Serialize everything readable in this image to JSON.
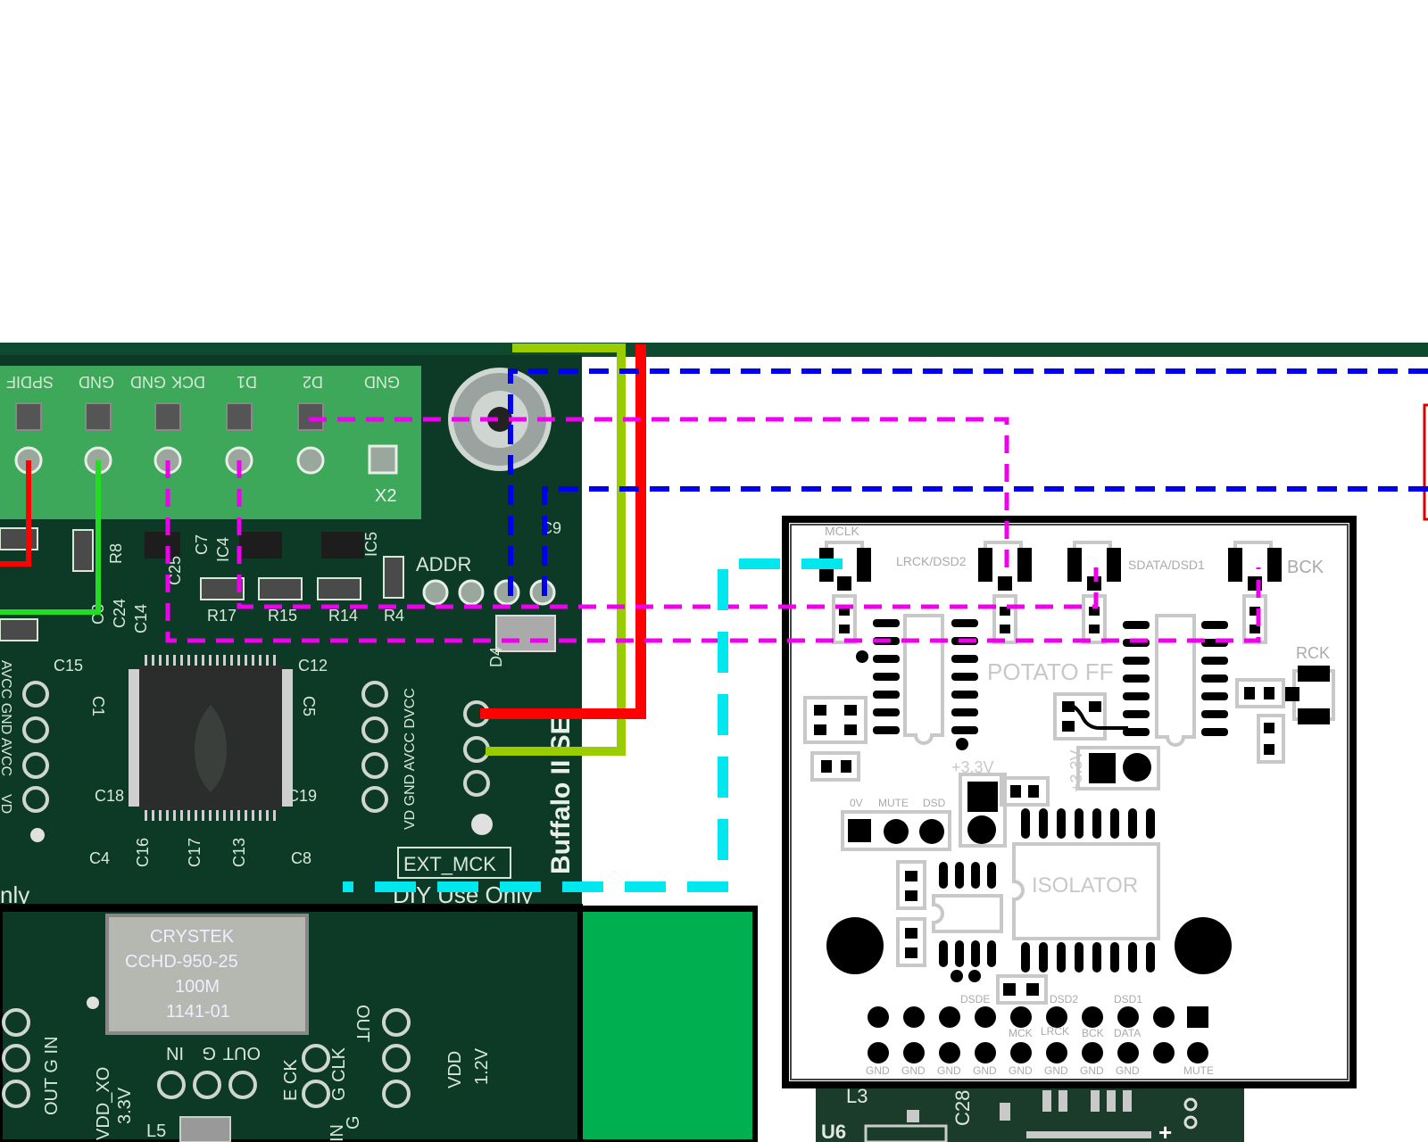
{
  "main_pcb": {
    "header_pins": [
      "SPDIF",
      "GND",
      "GND",
      "DCK",
      "D1",
      "D2",
      "GND"
    ],
    "connector_label": "X2",
    "addr_label": "ADDR",
    "components": [
      "R8",
      "C7",
      "C25",
      "IC4",
      "IC5",
      "C3",
      "C24",
      "C14",
      "R17",
      "R15",
      "R14",
      "R4",
      "C15",
      "C12",
      "C1",
      "C5",
      "C18",
      "C19",
      "C4",
      "C16",
      "C17",
      "C13",
      "C8",
      "C9",
      "D4"
    ],
    "side_labels_left": "AVCC GND AVCC",
    "side_labels_right": "VD GND AVCC DVCC",
    "left_bottom_label": "VD",
    "board_name": "Buffalo II SE",
    "ext_mck": "EXT_MCK",
    "diy_text": "DIY Use Only",
    "left_edge_text": "nly"
  },
  "oscillator_board": {
    "crystal_lines": [
      "CRYSTEK",
      "CCHD-950-25",
      "100M",
      "1141-01"
    ],
    "left_pins": "OUT G IN",
    "pin_in": "IN",
    "pin_g": "G",
    "pin_out": "OUT",
    "pin_e_ck": "E CK",
    "pin_g_clk": "G CLK",
    "pin_in2": "IN",
    "pin_g2": "G",
    "out_right": "OUT",
    "vdd_xo": "VDD_XO",
    "v33": "3.3V",
    "vdd": "VDD",
    "v12": "1.2V",
    "l5": "L5"
  },
  "potato_board": {
    "mclk": "MCLK",
    "lrck_dsd2": "LRCK/DSD2",
    "sdata_dsd1": "SDATA/DSD1",
    "bck": "BCK",
    "rck": "RCK",
    "title": "POTATO FF",
    "v33_a": "+3.3V",
    "v33_b": "+3.3V",
    "sw_labels": [
      "0V",
      "MUTE",
      "DSD"
    ],
    "isolator": "ISOLATOR",
    "top_row_labels": [
      "DSDE",
      "DSD2",
      "DSD1"
    ],
    "mid_row_labels": [
      "MCK",
      "LRCK",
      "BCK",
      "DATA"
    ],
    "bottom_row_labels": [
      "GND",
      "GND",
      "GND",
      "GND",
      "GND",
      "GND",
      "GND",
      "GND",
      "MUTE"
    ]
  },
  "lower_board": {
    "l3": "L3",
    "u6": "U6",
    "c28": "C28",
    "plus": "+"
  },
  "colors": {
    "pcb_dark": "#0d3a26",
    "pcb_green_header": "#3da85a",
    "silkscreen": "#d8e8d8",
    "wire_red": "#ff0000",
    "wire_lime": "#9acd00",
    "wire_green": "#22dd22",
    "dash_blue": "#0000ee",
    "dash_magenta": "#ee00ee",
    "dash_cyan": "#00e8ee",
    "potato_grey": "#c8c8c8",
    "bright_green_block": "#00b050"
  }
}
